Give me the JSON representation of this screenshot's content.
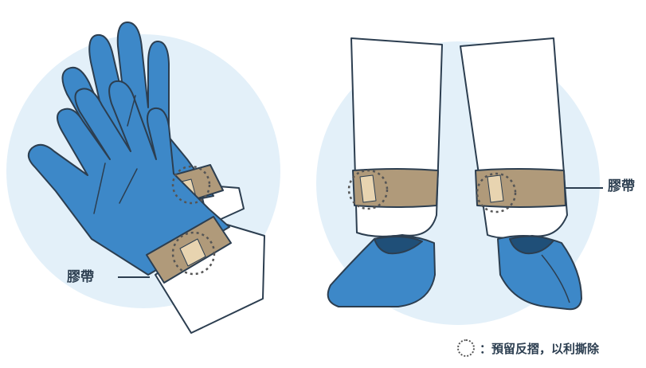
{
  "labels": {
    "tape_left": "膠帶",
    "tape_right": "膠帶"
  },
  "legend": {
    "text": "：預留反摺，以利撕除"
  },
  "colors": {
    "background_circle": "#e3f0f9",
    "glove": "#3d88c8",
    "glove_dark": "#2c6aa3",
    "shoe_cover": "#3d88c8",
    "sleeve": "#ffffff",
    "tape": "#b09a7a",
    "tape_fold": "#e8d4b0",
    "outline": "#2c3e50",
    "dotted_circle": "#555555"
  },
  "icons": {
    "gloves": "gloves-illustration",
    "legs": "protective-pants-illustration",
    "shoe_covers": "shoe-cover-illustration",
    "fold_marker": "dotted-circle-icon"
  }
}
